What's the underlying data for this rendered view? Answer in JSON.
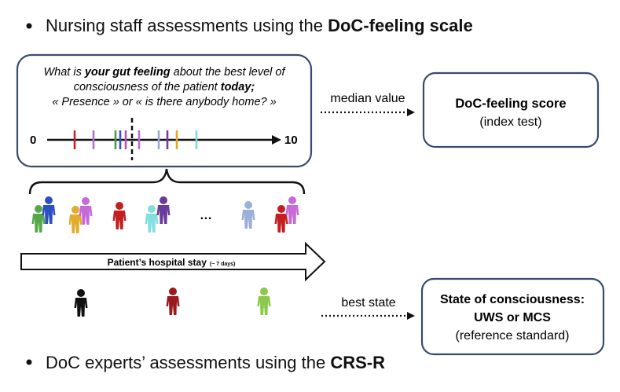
{
  "bullet_top": {
    "text": "Nursing staff assessments using the ",
    "bold": "DoC-feeling scale"
  },
  "bullet_bottom": {
    "text": "DoC experts’ assessments using the ",
    "bold": "CRS-R"
  },
  "question": {
    "line1_a": "What is ",
    "line1_b": "your gut feeling",
    "line1_c": " about the best level of",
    "line2_a": "consciousness of the patient ",
    "line2_b": "today;",
    "line3": "« Presence » or « is there anybody home? »"
  },
  "scale": {
    "min_label": "0",
    "max_label": "10"
  },
  "median_label": "median value",
  "doc_score": {
    "title": "DoC-feeling score",
    "subtitle": "(index test)"
  },
  "ellipsis": "…",
  "hospital_stay": {
    "label": "Patient’s hospital stay",
    "small": "(~ 7 days)"
  },
  "best_state_label": "best state",
  "consciousness": {
    "line1": "State of consciousness:",
    "line2": "UWS or MCS",
    "line3": "(reference standard)"
  },
  "colors": {
    "border": "#3a4a6e",
    "tick_colors": [
      "#c8202a",
      "#b46ed2",
      "#4a9a48",
      "#3a4fc4",
      "#b455b0",
      "#b46ed2",
      "#9aa8d6",
      "#7a3a9a",
      "#e0a828",
      "#7fd9dc"
    ],
    "nurse_colors": [
      "#55a84a",
      "#2c4fc2",
      "#e2ad2c",
      "#c66ad8",
      "#c41e20",
      "#82dfe0",
      "#6a3a9c",
      "#9ab0d8",
      "#c41e20",
      "#c66ad8"
    ],
    "expert_colors": [
      "#111111",
      "#9a1a1e",
      "#8cc84a"
    ]
  }
}
